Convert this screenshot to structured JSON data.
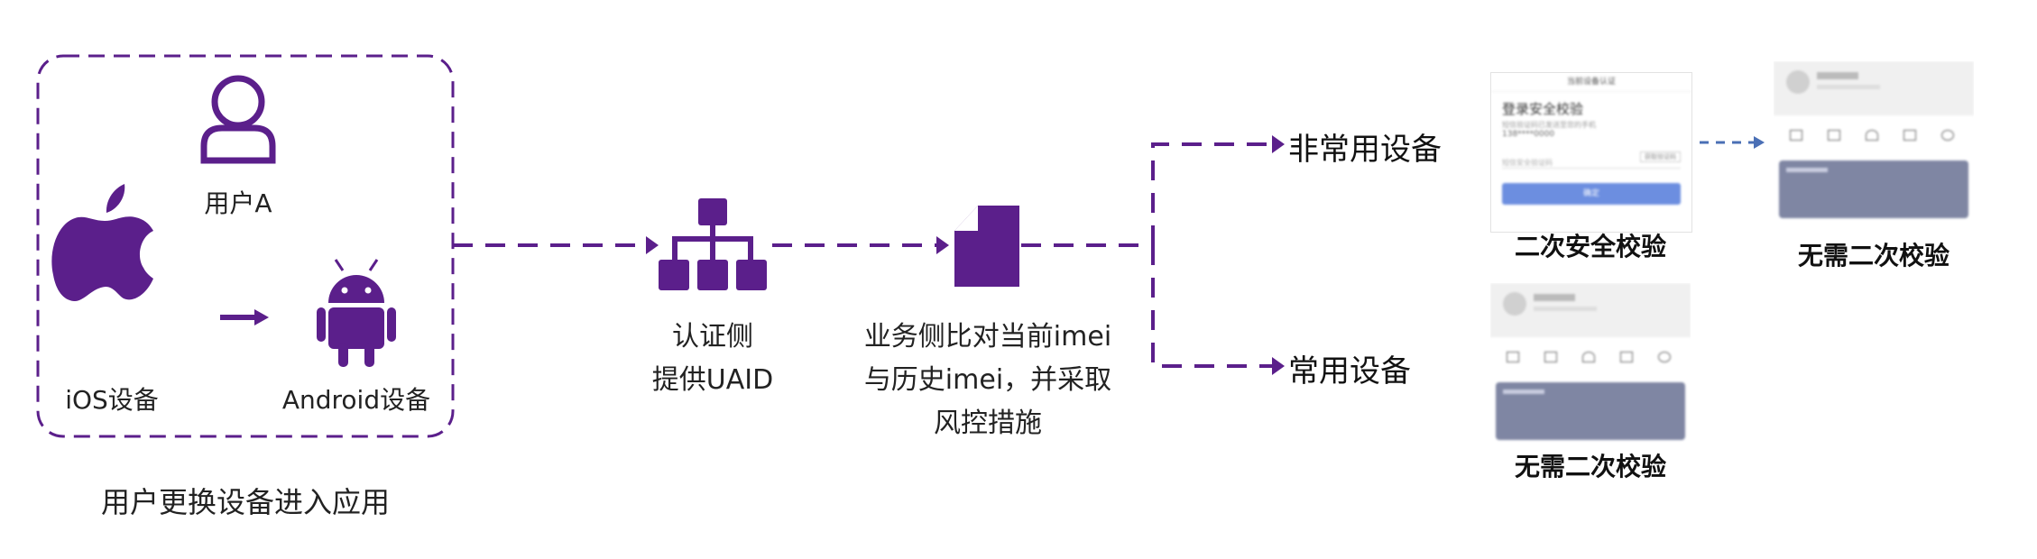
{
  "colors": {
    "accent": "#5b1f8b",
    "secondary_arrow": "#4a6fb5",
    "phone_button": "#6c8ee0"
  },
  "user_group": {
    "user_label": "用户A",
    "ios_label": "iOS设备",
    "android_label": "Android设备",
    "caption": "用户更换设备进入应用"
  },
  "auth_node": {
    "line1": "认证侧",
    "line2": "提供UAID"
  },
  "business_node": {
    "line1": "业务侧比对当前imei",
    "line2": "与历史imei，并采取",
    "line3": "风控措施"
  },
  "branches": {
    "uncommon": {
      "label": "非常用设备"
    },
    "common": {
      "label": "常用设备"
    }
  },
  "screens": {
    "verify": {
      "header": "当前设备认证",
      "title": "登录安全校验",
      "subtitle": "短信验证码已发送至您的手机",
      "phone": "138****0000",
      "input_placeholder": "短信安全验证码",
      "send_code": "获取验证码",
      "confirm": "确定",
      "caption": "二次安全校验"
    },
    "no_verify_top": {
      "caption": "无需二次校验"
    },
    "no_verify_bottom": {
      "caption": "无需二次校验"
    }
  },
  "icons": {
    "user": "user-icon",
    "apple": "apple-icon",
    "android": "android-icon",
    "arrow": "arrow-right-icon",
    "network": "network-icon",
    "document": "document-icon"
  }
}
